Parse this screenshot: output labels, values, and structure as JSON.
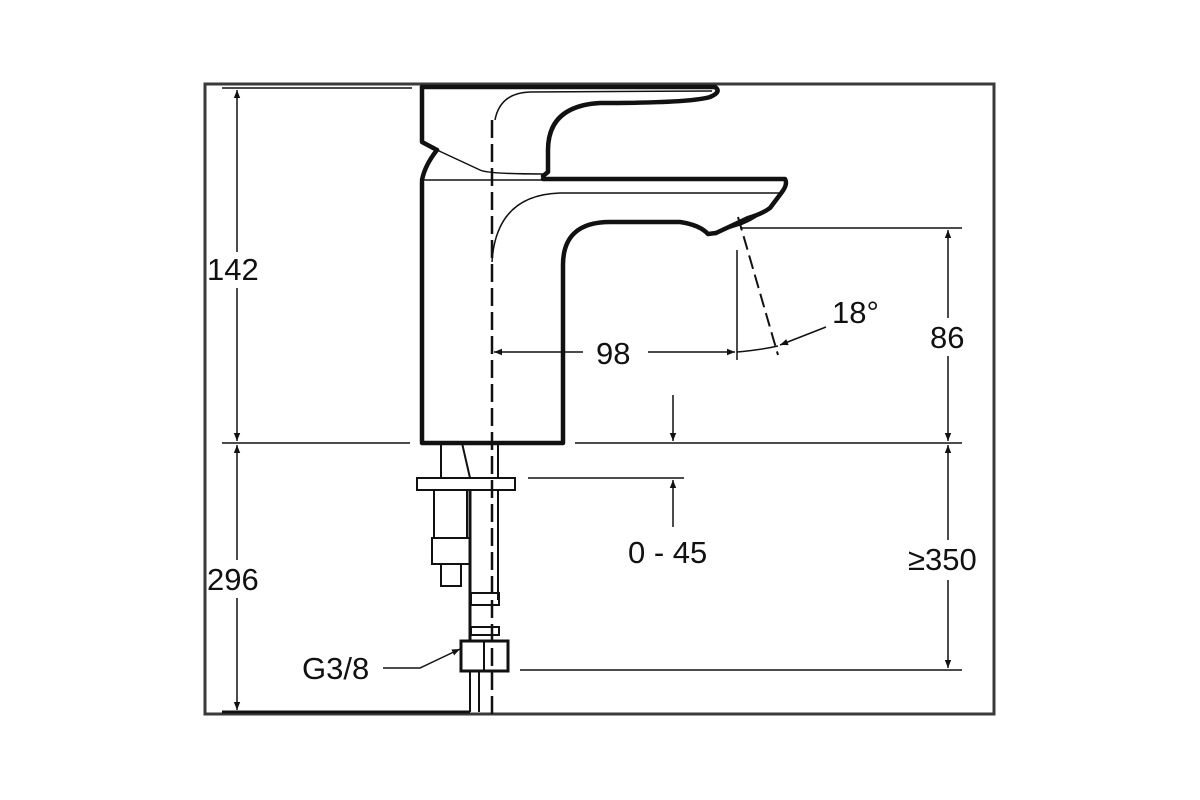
{
  "drawing": {
    "title": "Basin mixer dimension drawing",
    "dimensions": {
      "total_height": "142",
      "below_deck": "296",
      "spout_reach": "98",
      "spout_angle": "18°",
      "spout_height": "86",
      "deck_thickness": "0 - 45",
      "hose_length": "≥350",
      "connection": "G3/8"
    }
  }
}
